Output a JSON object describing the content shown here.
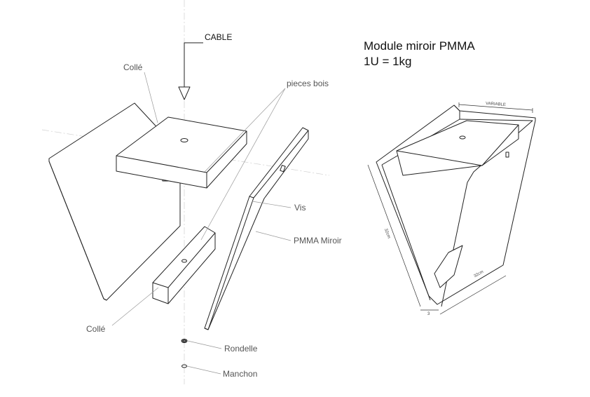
{
  "title": {
    "line1": "Module miroir PMMA",
    "line2": "1U = 1kg"
  },
  "labels": {
    "cable": "CABLE",
    "colle_top": "Collé",
    "pieces_bois": "pieces bois",
    "vis": "Vis",
    "pmma_miroir": "PMMA Miroir",
    "colle_bottom": "Collé",
    "rondelle": "Rondelle",
    "manchon": "Manchon"
  },
  "dimensions": {
    "variable": "VARIABLE",
    "height_left": "32cm",
    "depth_right": "32cm",
    "thickness": "3"
  }
}
